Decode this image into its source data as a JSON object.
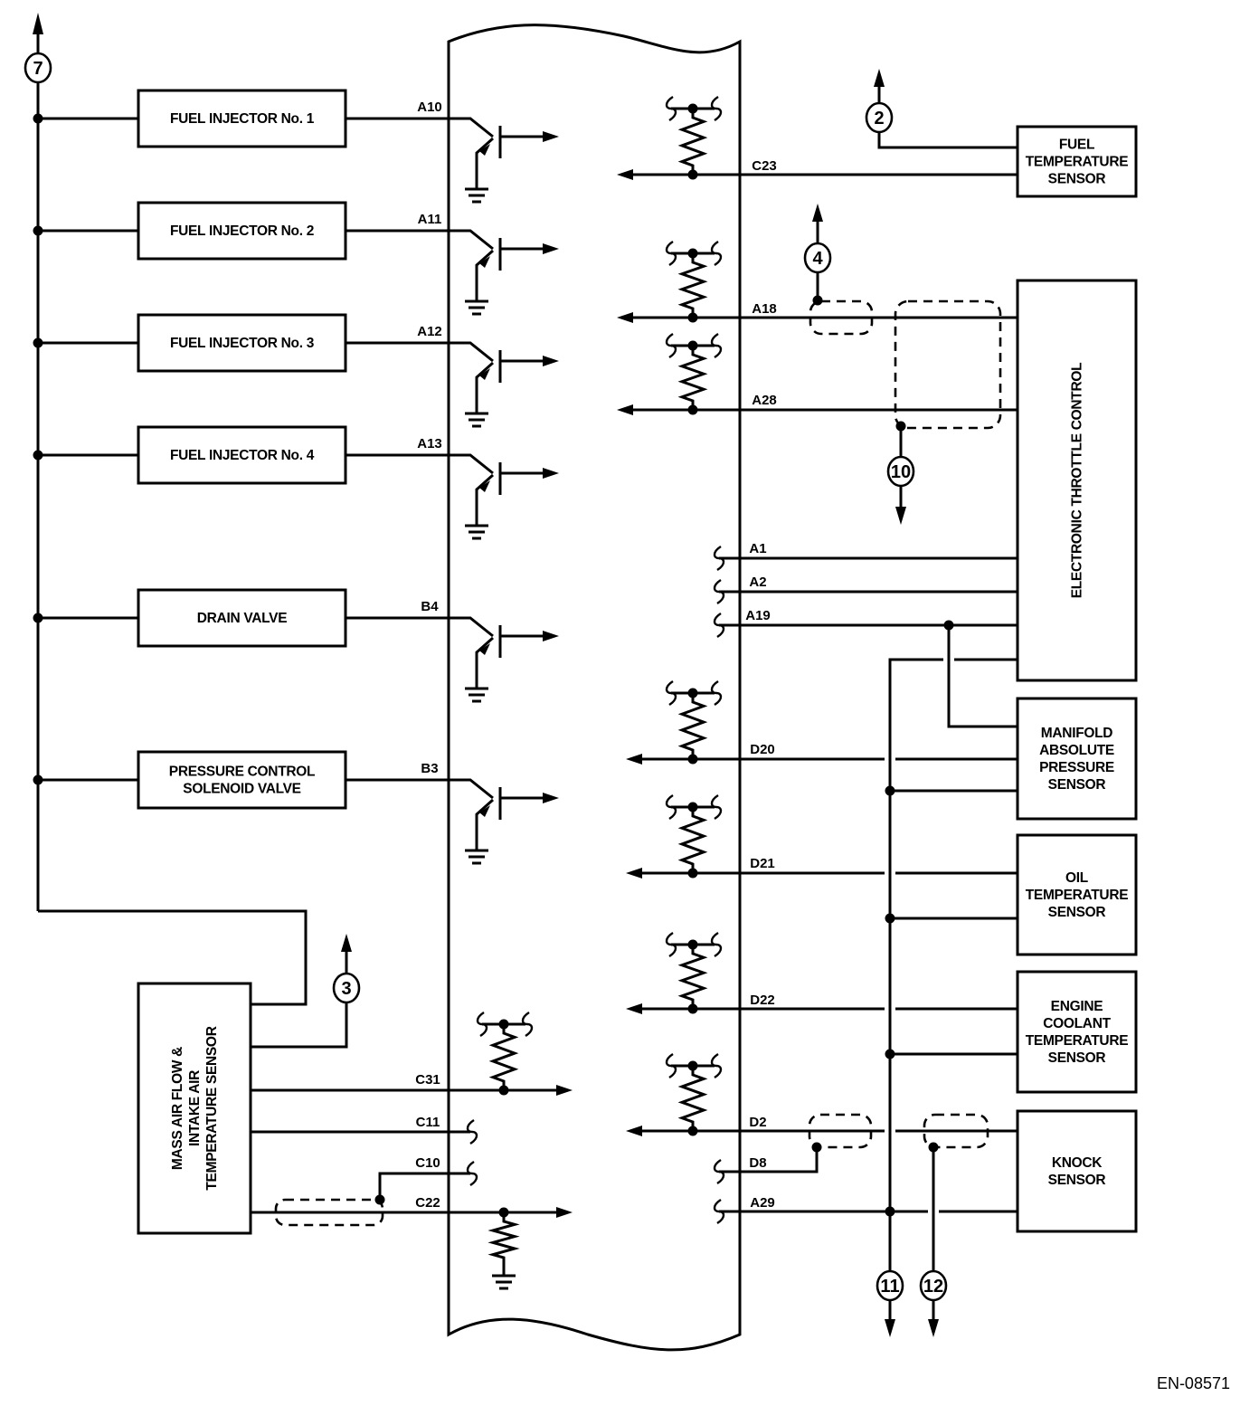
{
  "diagram": {
    "figure_code": "EN-08571",
    "left_components": [
      {
        "id": "fuel-injector-1",
        "lines": [
          "FUEL INJECTOR No. 1"
        ],
        "terminal": "A10"
      },
      {
        "id": "fuel-injector-2",
        "lines": [
          "FUEL INJECTOR No. 2"
        ],
        "terminal": "A11"
      },
      {
        "id": "fuel-injector-3",
        "lines": [
          "FUEL INJECTOR No. 3"
        ],
        "terminal": "A12"
      },
      {
        "id": "fuel-injector-4",
        "lines": [
          "FUEL INJECTOR No. 4"
        ],
        "terminal": "A13"
      },
      {
        "id": "drain-valve",
        "lines": [
          "DRAIN VALVE"
        ],
        "terminal": "B4"
      },
      {
        "id": "pressure-control-solenoid-valve",
        "lines": [
          "PRESSURE CONTROL",
          "SOLENOID VALVE"
        ],
        "terminal": "B3"
      }
    ],
    "maf_sensor": {
      "lines": [
        "MASS AIR FLOW &",
        "INTAKE AIR",
        "TEMPERATURE SENSOR"
      ],
      "terminals": [
        "C31",
        "C11",
        "C10",
        "C22"
      ]
    },
    "right_components": {
      "fuel_temp": {
        "lines": [
          "FUEL",
          "TEMPERATURE",
          "SENSOR"
        ],
        "terminal": "C23"
      },
      "etc": {
        "lines": [
          "ELECTRONIC THROTTLE CONTROL"
        ],
        "terminals": [
          "A18",
          "A28",
          "A1",
          "A2",
          "A19"
        ]
      },
      "map": {
        "lines": [
          "MANIFOLD",
          "ABSOLUTE",
          "PRESSURE",
          "SENSOR"
        ],
        "terminal": "D20"
      },
      "oil_temp": {
        "lines": [
          "OIL",
          "TEMPERATURE",
          "SENSOR"
        ],
        "terminal": "D21"
      },
      "ect": {
        "lines": [
          "ENGINE",
          "COOLANT",
          "TEMPERATURE",
          "SENSOR"
        ],
        "terminal": "D22"
      },
      "knock": {
        "lines": [
          "KNOCK",
          "SENSOR"
        ],
        "terminals": [
          "D2",
          "D8",
          "A29"
        ]
      }
    },
    "connectors": [
      "7",
      "2",
      "4",
      "10",
      "3",
      "11",
      "12"
    ]
  }
}
